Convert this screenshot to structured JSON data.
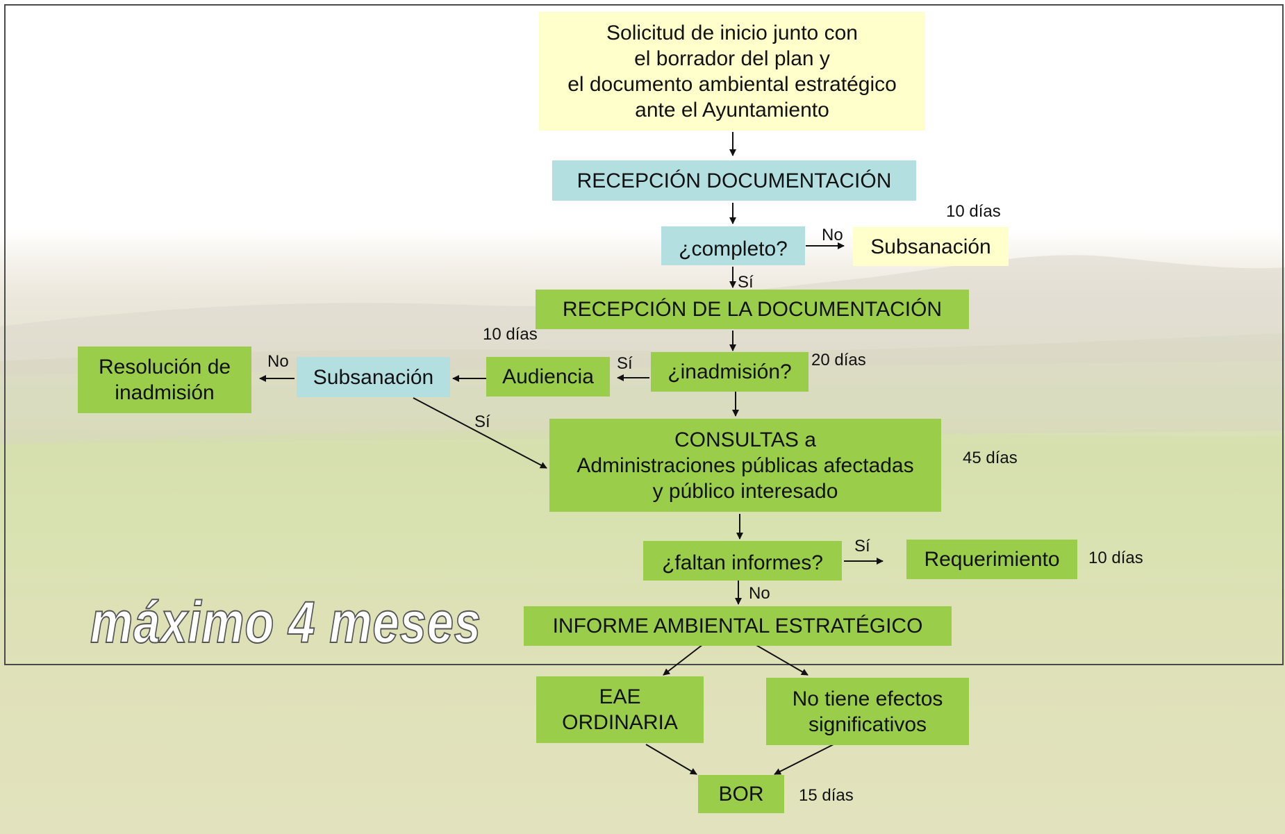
{
  "nodes": {
    "solicitud": "Solicitud de inicio junto con\nel borrador del plan y\nel documento ambiental estratégico\nante el Ayuntamiento",
    "recepcion_documentacion": "RECEPCIÓN DOCUMENTACIÓN",
    "completo": "¿completo?",
    "subsanacion_1": "Subsanación",
    "recepcion_de_la_documentacion": "RECEPCIÓN DE LA DOCUMENTACIÓN",
    "inadmision": "¿inadmisión?",
    "audiencia": "Audiencia",
    "subsanacion_2": "Subsanación",
    "resolucion_inadmision": "Resolución de\ninadmisión",
    "consultas": "CONSULTAS a\nAdministraciones públicas afectadas\ny público interesado",
    "faltan_informes": "¿faltan informes?",
    "requerimiento": "Requerimiento",
    "informe_ambiental": "INFORME AMBIENTAL ESTRATÉGICO",
    "eae_ordinaria": "EAE\nORDINARIA",
    "no_efectos": "No tiene efectos\nsignificativos",
    "bor": "BOR"
  },
  "labels": {
    "dias_subsanacion_1": "10 días",
    "no_completo": "No",
    "si_completo": "Sí",
    "dias_audiencia": "10 días",
    "dias_inadmision": "20 días",
    "si_inadmision": "Sí",
    "no_subsanacion": "No",
    "si_subsanacion": "Sí",
    "dias_consultas": "45 días",
    "si_faltan": "Sí",
    "dias_requerimiento": "10 días",
    "no_faltan": "No",
    "dias_bor": "15 días"
  },
  "note": "máximo 4 meses",
  "colors": {
    "yellow_box": "#ffffcc",
    "blue_box": "#b3dfe1",
    "green_box": "#9acd4a",
    "arrow": "#111111"
  }
}
